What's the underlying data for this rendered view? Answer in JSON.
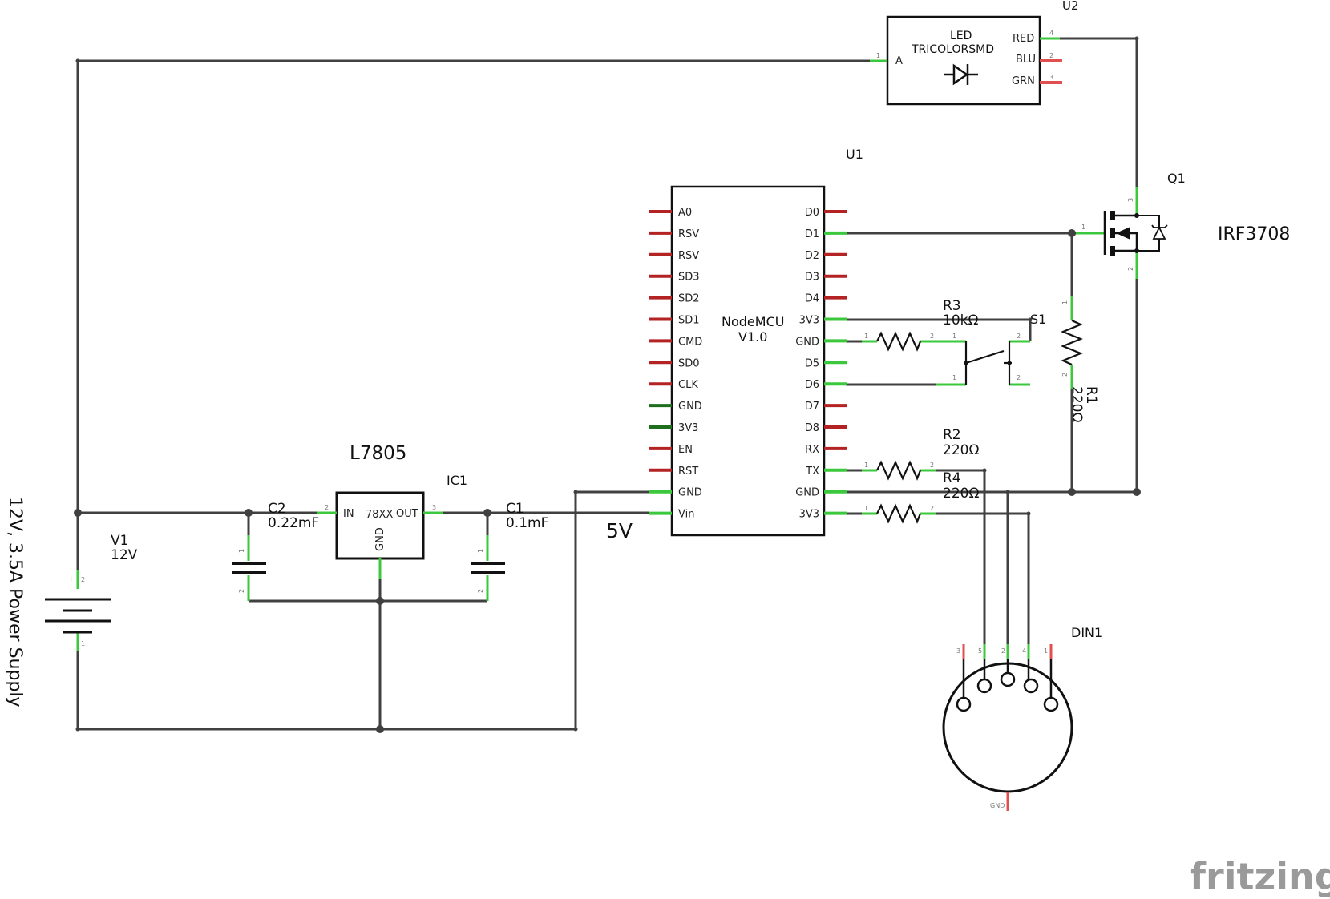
{
  "colors": {
    "wire": "#404040",
    "connected_pin": "#3cc83c",
    "unconnected_pin": "#b42323",
    "gnd_pin": "#1e6e1e",
    "outline": "#111111",
    "watermark": "#9a9a9a"
  },
  "power": {
    "label": "12V, 3.5A Power Supply",
    "ref": "V1",
    "value": "12V",
    "plus": "+",
    "minus": "-"
  },
  "regulator": {
    "name": "L7805",
    "ref": "IC1",
    "body": "78XX",
    "in": "IN",
    "out": "OUT",
    "gnd": "GND"
  },
  "caps": {
    "c2_ref": "C2",
    "c2_val": "0.22mF",
    "c1_ref": "C1",
    "c1_val": "0.1mF"
  },
  "rail_label": "5V",
  "mcu": {
    "ref": "U1",
    "name": "NodeMCU",
    "version": "V1.0",
    "left_pins": [
      "A0",
      "RSV",
      "RSV",
      "SD3",
      "SD2",
      "SD1",
      "CMD",
      "SD0",
      "CLK",
      "GND",
      "3V3",
      "EN",
      "RST",
      "GND",
      "Vin"
    ],
    "right_pins": [
      "D0",
      "D1",
      "D2",
      "D3",
      "D4",
      "3V3",
      "GND",
      "D5",
      "D6",
      "D7",
      "D8",
      "RX",
      "TX",
      "GND",
      "3V3"
    ]
  },
  "led": {
    "ref": "U2",
    "name": "LED",
    "name2": "TRICOLORSMD",
    "pin_a": "A",
    "pin_red": "RED",
    "pin_blu": "BLU",
    "pin_grn": "GRN"
  },
  "mosfet": {
    "ref": "Q1",
    "part": "IRF3708"
  },
  "resistors": {
    "r1_ref": "R1",
    "r1_val": "220Ω",
    "r2_ref": "R2",
    "r2_val": "220Ω",
    "r3_ref": "R3",
    "r3_val": "10kΩ",
    "r4_ref": "R4",
    "r4_val": "220Ω"
  },
  "switch": {
    "ref": "S1"
  },
  "din": {
    "ref": "DIN1",
    "gnd": "GND"
  },
  "watermark": "fritzing"
}
